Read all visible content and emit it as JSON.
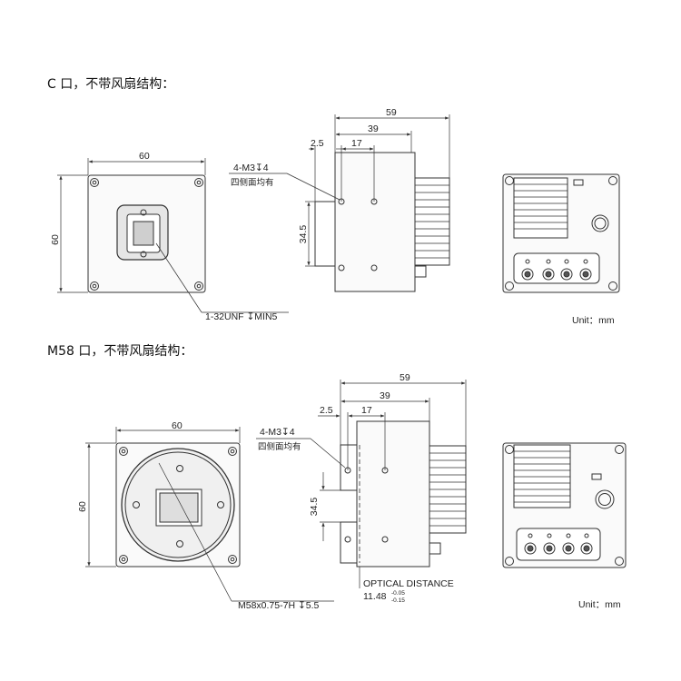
{
  "section1": {
    "title": "C 口，不带风扇结构：",
    "front": {
      "width_dim": "60",
      "height_dim": "60",
      "thread_note": "1-32UNF ↧MIN5"
    },
    "side": {
      "dim_total": "59",
      "dim_body": "39",
      "dim_flange": "2.5",
      "dim_hole": "17",
      "dim_height": "34.5",
      "hole_note": "4-M3↧4",
      "hole_note_cn": "四侧面均有"
    },
    "unit": "Unit：mm"
  },
  "section2": {
    "title": "M58 口，不带风扇结构：",
    "front": {
      "width_dim": "60",
      "height_dim": "60",
      "thread_note": "M58x0.75-7H ↧5.5"
    },
    "side": {
      "dim_total": "59",
      "dim_body": "39",
      "dim_flange": "2.5",
      "dim_hole": "17",
      "dim_height": "34.5",
      "hole_note": "4-M3↧4",
      "hole_note_cn": "四侧面均有",
      "optical_label": "OPTICAL DISTANCE",
      "optical_value": "11.48",
      "optical_tol_upper": "-0.05",
      "optical_tol_lower": "-0.15"
    },
    "unit": "Unit：mm"
  }
}
